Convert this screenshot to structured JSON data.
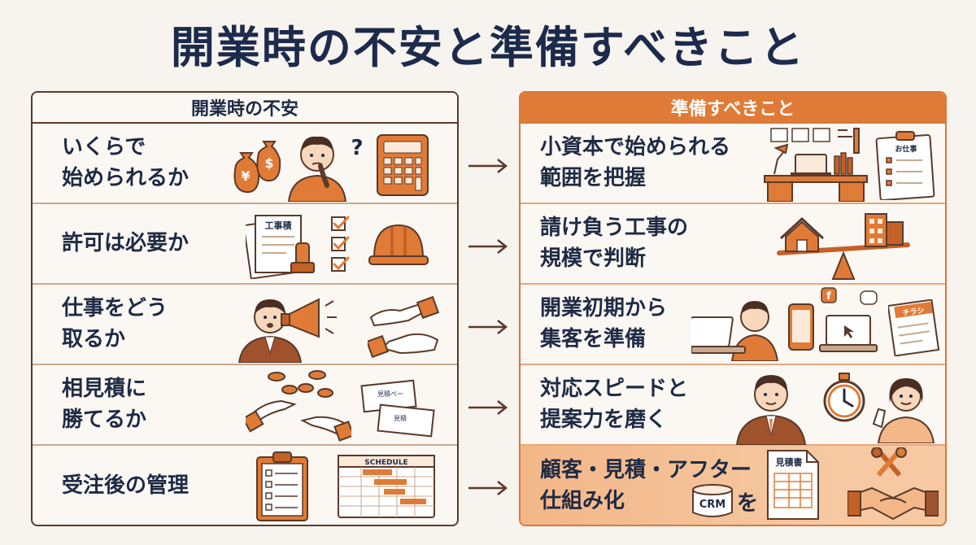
{
  "title": "開業時の不安と準備すべきこと",
  "left_panel": {
    "header": "開業時の不安",
    "rows": [
      {
        "text": "いくらで\n始められるか",
        "icons": [
          "money-bags-icon",
          "worried-man-icon",
          "question-mark-icon",
          "calculator-icon"
        ]
      },
      {
        "text": "許可は必要か",
        "icons": [
          "permit-documents-icon",
          "stamp-icon",
          "checklist-icon",
          "hard-hat-icon"
        ]
      },
      {
        "text": "仕事をどう\n取るか",
        "icons": [
          "megaphone-man-icon",
          "handshake-reach-icon"
        ]
      },
      {
        "text": "相見積に\n勝てるか",
        "icons": [
          "coins-hands-icon",
          "estimate-cards-icon"
        ]
      },
      {
        "text": "受注後の管理",
        "icons": [
          "clipboard-icon",
          "schedule-chart-icon"
        ]
      }
    ],
    "doc_labels": {
      "permit": "工事積",
      "card1": "見積ペー",
      "card2": "見積",
      "schedule": "SCHEDULE"
    }
  },
  "right_panel": {
    "header": "準備すべきこと",
    "rows": [
      {
        "text": "小資本で始められる\n範囲を把握",
        "icons": [
          "small-office-desk-icon",
          "estimate-list-icon"
        ]
      },
      {
        "text": "請け負う工事の\n規模で判断",
        "icons": [
          "house-scale-icon",
          "building-icon"
        ]
      },
      {
        "text": "開業初期から\n集客を準備",
        "icons": [
          "laptop-man-icon",
          "smartphone-icon",
          "flyer-icon"
        ]
      },
      {
        "text": "対応スピードと\n提案力を磨く",
        "icons": [
          "businessman-icon",
          "stopwatch-icon",
          "customer-woman-icon"
        ]
      },
      {
        "text": "顧客・見積・アフター\n仕組み化",
        "icons": [
          "crm-database-icon",
          "estimate-doc-icon",
          "tools-icon",
          "handshake-icon"
        ]
      }
    ],
    "crm_label": "CRM",
    "wo_label": "を",
    "doc_labels": {
      "estimate_sheet": "見積書",
      "flyer": "チラシ",
      "list": "お仕事"
    }
  },
  "colors": {
    "navy": "#1c2a4c",
    "orange": "#e07b37",
    "brown": "#5a3a2a",
    "highlight": "#f6c9a3"
  }
}
